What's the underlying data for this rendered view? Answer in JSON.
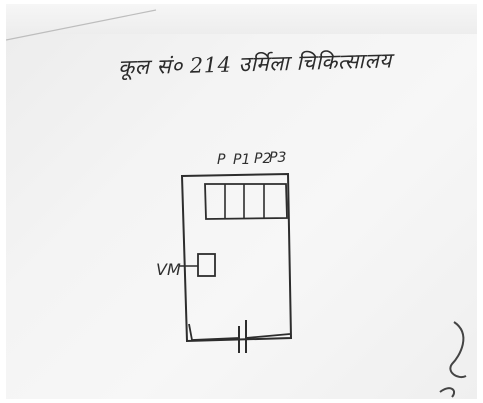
{
  "heading": "कूल सं० 214 उर्मिला चिकित्सालय",
  "labels": {
    "p": "P",
    "p1": "P1",
    "p2": "P2",
    "p3": "P3",
    "vm": "VM"
  }
}
